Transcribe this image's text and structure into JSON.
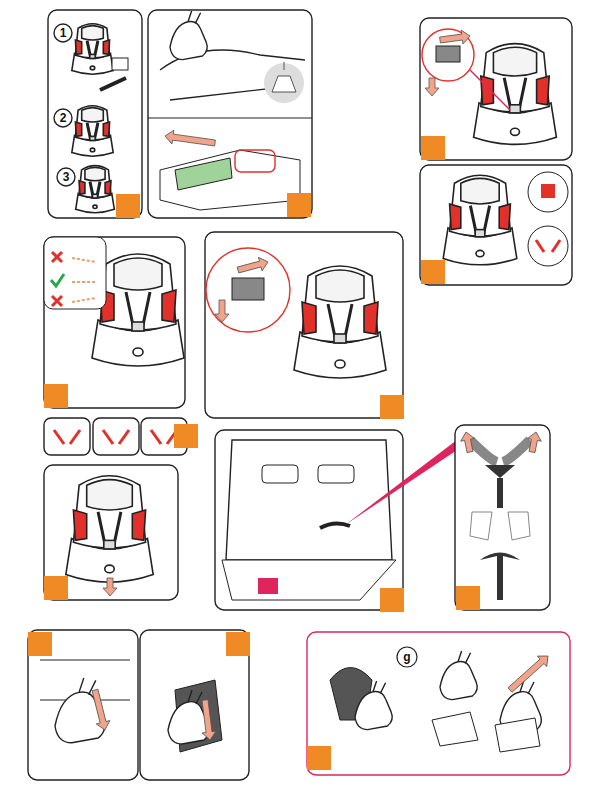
{
  "diagram": {
    "labels": [
      "1",
      "2",
      "3",
      "g"
    ]
  }
}
